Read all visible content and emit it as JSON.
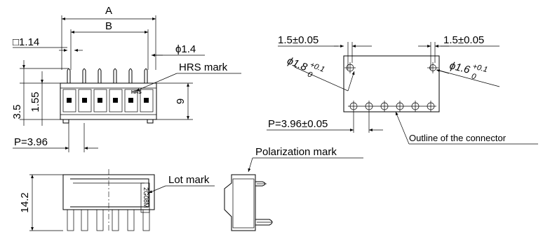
{
  "front_view": {
    "dim_a": "A",
    "dim_b": "B",
    "dim_square": "□1.14",
    "dim_phi": "ϕ1.4",
    "hrs_mark": "HRS mark",
    "dim_3_5": "3.5",
    "dim_1_55": "1.55",
    "dim_9": "9",
    "dim_pitch": "P=3.96"
  },
  "pcb_layout": {
    "dim_left_edge": "1.5±0.05",
    "dim_right_edge": "1.5±0.05",
    "hole_left_base": "ϕ1.8",
    "hole_left_tol_plus": "+0.1",
    "hole_left_tol_zero": "0",
    "hole_right_base": "ϕ1.6",
    "hole_right_tol_plus": "+0.1",
    "hole_right_tol_zero": "0",
    "dim_pitch": "P=3.96±0.05",
    "outline_label": "Outline of the connector"
  },
  "bottom_views": {
    "dim_height": "14.2",
    "lot_mark": "Lot mark",
    "lot_code": "2G08M",
    "polarization_mark": "Polarization mark"
  }
}
